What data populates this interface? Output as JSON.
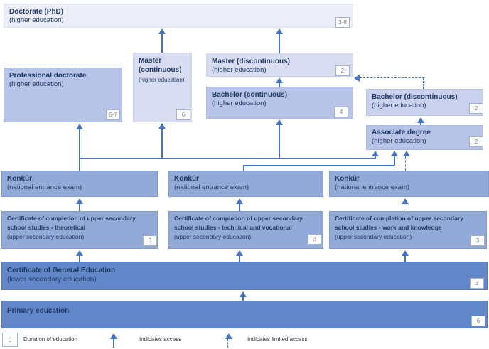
{
  "boxes": {
    "doctorate": {
      "title": "Doctorate (PhD)",
      "subtitle": "(higher education)",
      "duration": "3-6"
    },
    "professional_doctorate": {
      "title": "Professional doctorate",
      "subtitle": "(higher education)",
      "duration": "5-7"
    },
    "master_continuous": {
      "title_line1": "Master",
      "title_line2": "(continuous)",
      "subtitle": "(higher education)",
      "duration": "6"
    },
    "master_discontinuous": {
      "title": "Master (discontinuous)",
      "subtitle": "(higher education)",
      "duration": "2"
    },
    "bachelor_continuous": {
      "title": "Bachelor (continuous)",
      "subtitle": "(higher education)",
      "duration": "4"
    },
    "bachelor_discontinuous": {
      "title": "Bachelor (discontinuous)",
      "subtitle": "(higher education)",
      "duration": "2"
    },
    "associate_degree": {
      "title": "Associate degree",
      "subtitle": "(higher education)",
      "duration": "2"
    },
    "konkur_1": {
      "title": "Konkûr",
      "subtitle": "(national entrance exam)"
    },
    "konkur_2": {
      "title": "Konkûr",
      "subtitle": "(national entrance exam)"
    },
    "konkur_3": {
      "title": "Konkûr",
      "subtitle": "(national entrance exam)"
    },
    "cert_theoretical": {
      "title": "Certificate of completion of upper secondary school studies - theoretical",
      "subtitle": "(upper secondary education)",
      "duration": "3"
    },
    "cert_technical": {
      "title": "Certificate of completion of upper secondary school studies - technical and vocational",
      "subtitle": "(upper secondary education)",
      "duration": "3"
    },
    "cert_work": {
      "title": "Certificate of completion of upper secondary school studies - work and knowledge",
      "subtitle": "(upper secondary education)",
      "duration": "3"
    },
    "general_education": {
      "title": "Certificate of General Education",
      "subtitle": "(lower secondary education)",
      "duration": "3"
    },
    "primary_education": {
      "title": "Primary education",
      "duration": "6"
    }
  },
  "legend": {
    "duration_badge": "0",
    "duration_label": "Duration of education",
    "access_label": "Indicates access",
    "limited_access_label": "Indicates limited access"
  },
  "colors": {
    "arrow": "#4573c5",
    "exam_box": "#93aad8",
    "dark_box": "#6287c8",
    "light_box": "#d8dcf0",
    "mid_box": "#b7c4e7",
    "text": "#1f3864"
  }
}
